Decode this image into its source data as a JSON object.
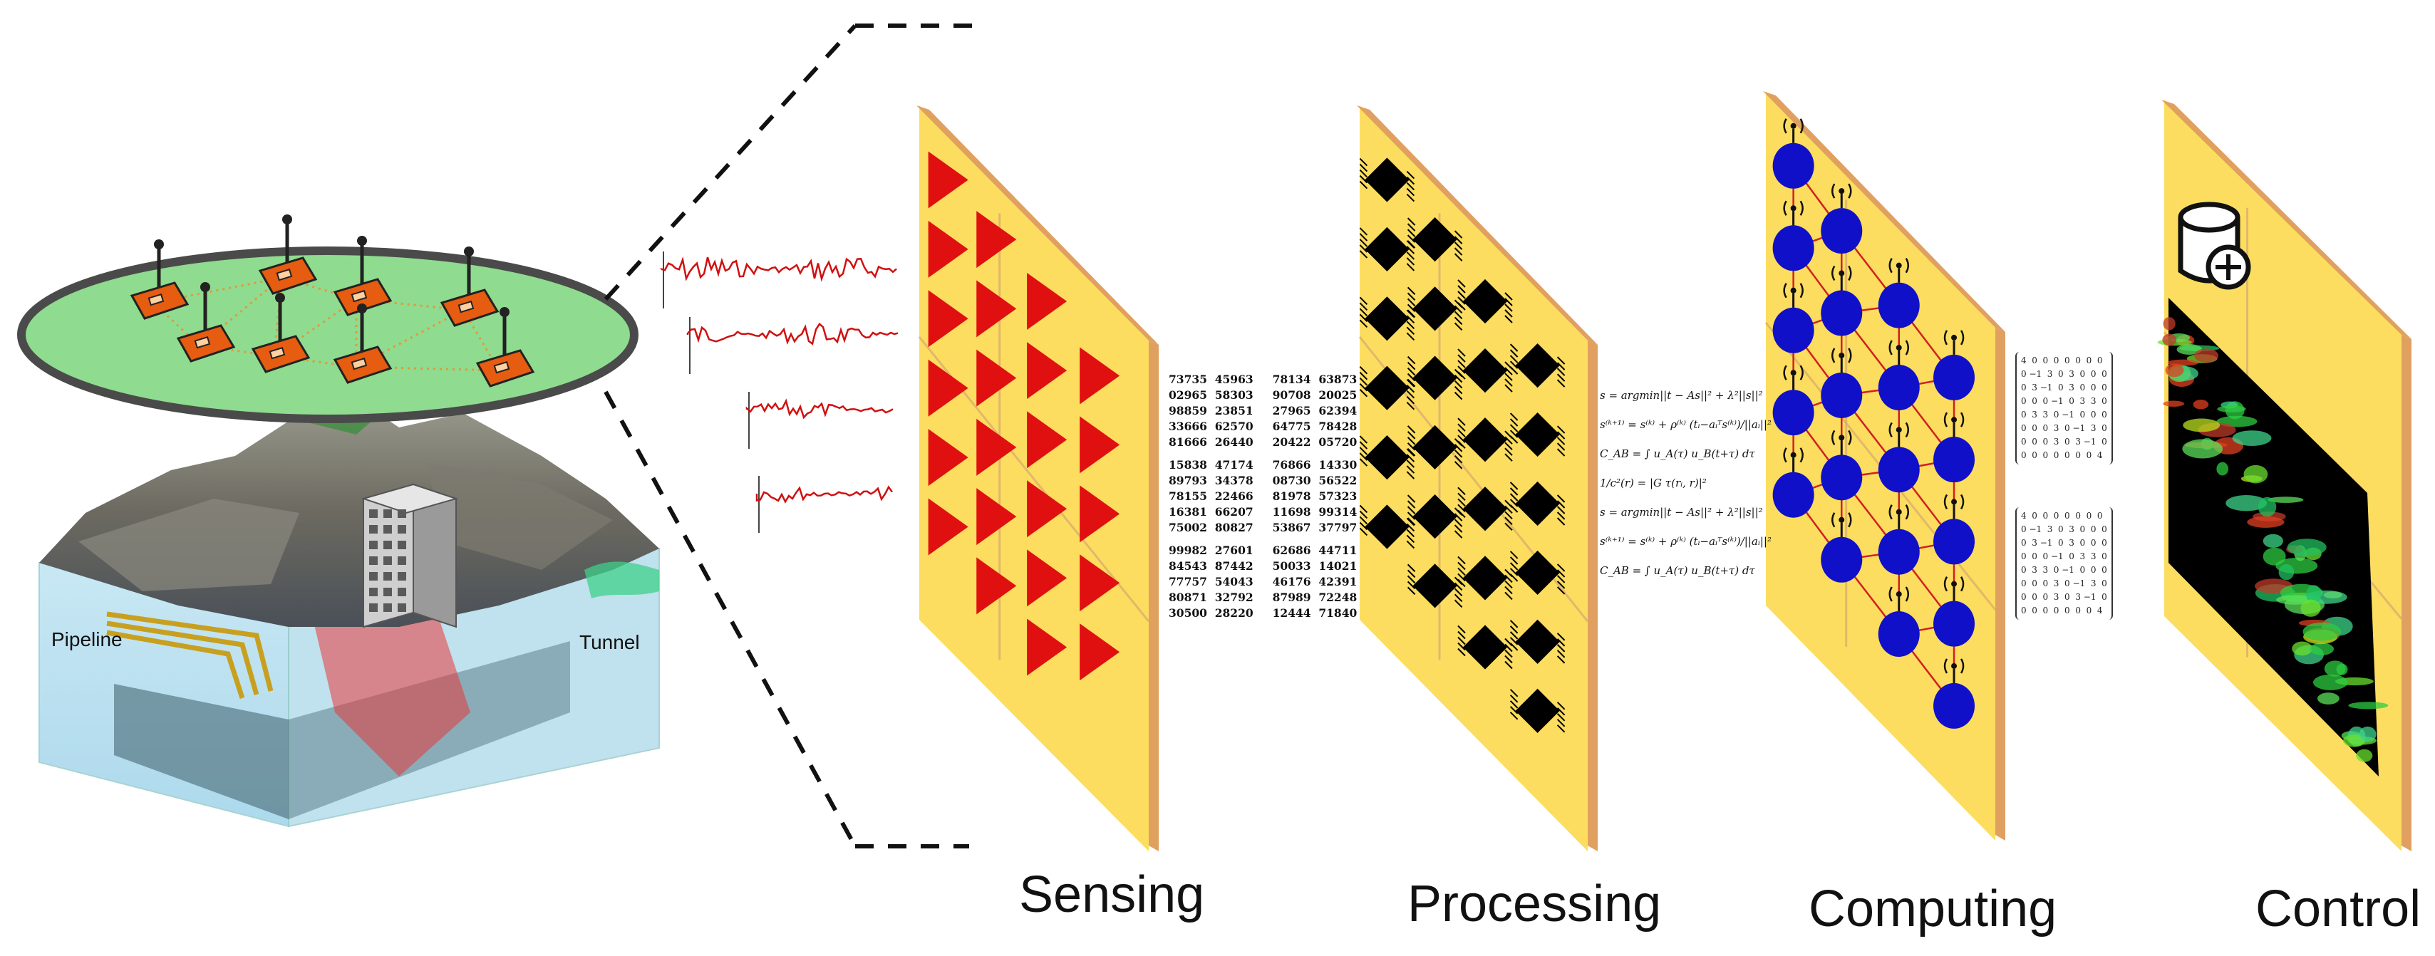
{
  "scene": {
    "pipeline_label": "Pipeline",
    "tunnel_label": "Tunnel"
  },
  "stages": [
    {
      "label": "Sensing"
    },
    {
      "label": "Processing"
    },
    {
      "label": "Computing"
    },
    {
      "label": "Control"
    }
  ],
  "data_matrix": [
    "73735  45963     78134  63873\n02965  58303     90708  20025\n98859  23851     27965  62394\n33666  62570     64775  78428\n81666  26440     20422  05720",
    "15838  47174     76866  14330\n89793  34378     08730  56522\n78155  22466     81978  57323\n16381  66207     11698  99314\n75002  80827     53867  37797",
    "99982  27601     62686  44711\n84543  87442     50033  14021\n77757  54043     46176  42391\n80871  32792     87989  72248\n30500  28220     12444  71840"
  ],
  "formulas": [
    "s = argmin||t − As||² + λ²||s||²",
    "s⁽ᵏ⁺¹⁾ = s⁽ᵏ⁾ + ρ⁽ᵏ⁾ (tᵢ−aᵢᵀs⁽ᵏ⁾)/||aᵢ||² aᵢ",
    "C_AB = ∫ u_A(τ) u_B(t+τ) dτ",
    "1/c²(r) = |G τ(rᵢ, r)|²",
    "s = argmin||t − As||² + λ²||s||²",
    "s⁽ᵏ⁺¹⁾ = s⁽ᵏ⁾ + ρ⁽ᵏ⁾ (tᵢ−aᵢᵀs⁽ᵏ⁾)/||aᵢ||² aᵢ",
    "C_AB = ∫ u_A(τ) u_B(t+τ) dτ"
  ],
  "matrices": [
    "4  0  0  0  0  0  0  0\n0 −1  3  0  3  0  0  0\n0  3 −1  0  3  0  0  0\n0  0  0 −1  0  3  3  0\n0  3  3  0 −1  0  0  0\n0  0  0  3  0 −1  3  0\n0  0  0  3  0  3 −1  0\n0  0  0  0  0  0  0  4",
    "4  0  0  0  0  0  0  0\n0 −1  3  0  3  0  0  0\n0  3 −1  0  3  0  0  0\n0  0  0 −1  0  3  3  0\n0  3  3  0 −1  0  0  0\n0  0  0  3  0 −1  3  0\n0  0  0  3  0  3 −1  0\n0  0  0  0  0  0  0  4"
  ],
  "colors": {
    "panel": "#FCDD5F",
    "panel_edge": "#E0A060",
    "sensor": "#E65C10",
    "ground_ring": "#8FDB8F",
    "triangle": "#E01010",
    "chip": "#000000",
    "node": "#1010C8",
    "signal": "#D01010"
  }
}
